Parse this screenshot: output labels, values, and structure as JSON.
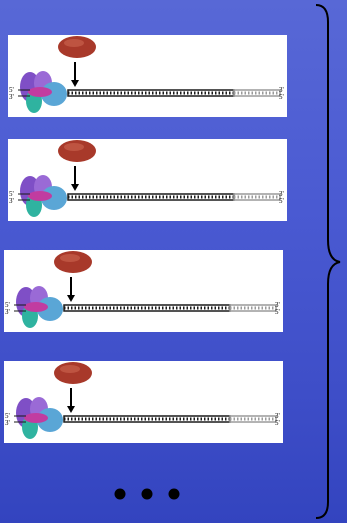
{
  "panels": [
    {
      "end_left": "5'",
      "end_left_bottom": "3'",
      "end_right": "3'",
      "end_right_bottom": "5'"
    },
    {
      "end_left": "5'",
      "end_left_bottom": "3'",
      "end_right": "3'",
      "end_right_bottom": "5'"
    },
    {
      "end_left": "5'",
      "end_left_bottom": "3'",
      "end_right": "3'",
      "end_right_bottom": "5'"
    },
    {
      "end_left": "5'",
      "end_left_bottom": "3'",
      "end_right": "3'",
      "end_right_bottom": "5'"
    }
  ],
  "continuation": "• • •",
  "colors": {
    "background": "#4a5ad2",
    "factor": "#a8392a",
    "complex_purple": "#7f4fc6",
    "complex_teal": "#2fb3a0",
    "complex_blue": "#5aa6d6",
    "complex_magenta": "#c13ca0",
    "dna_dark": "#1a1a1a",
    "dna_light": "#9a9a9a"
  },
  "icons": [
    "protein-factor-icon",
    "arrow-down-icon",
    "transcription-complex-icon",
    "dna-strand-icon",
    "curly-brace-icon"
  ]
}
